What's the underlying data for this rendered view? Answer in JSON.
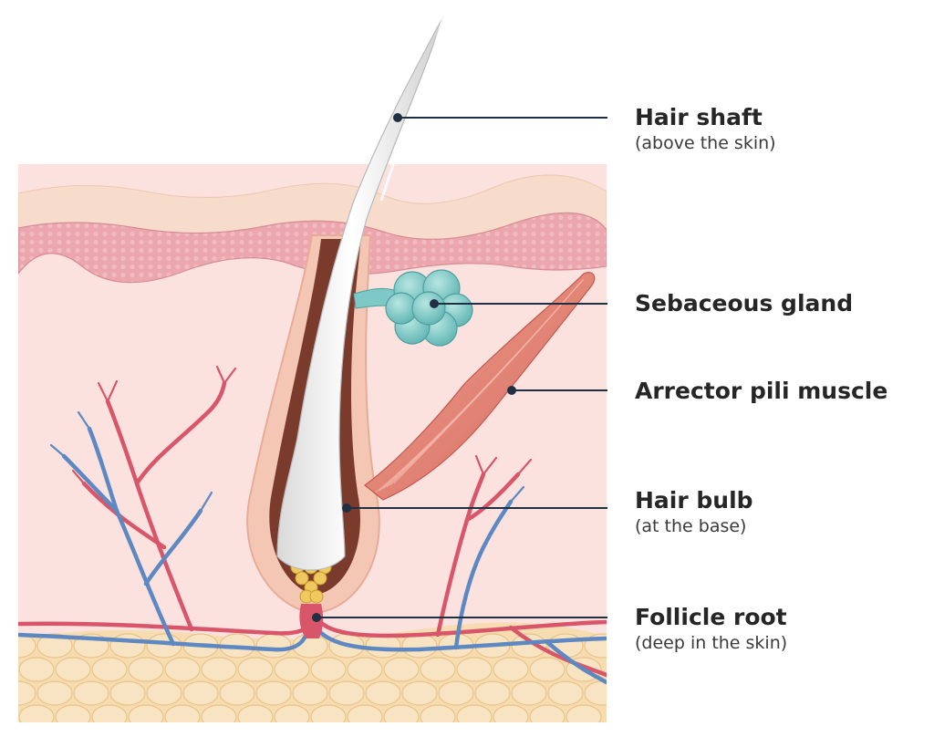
{
  "colors": {
    "leader": "#1f2f44",
    "epidermis": "#f8dccb",
    "dermis_band": "#eba6ae",
    "dermis": "#fbe2df",
    "fat": "#f6dcb0",
    "fat_outline": "#e8c38a",
    "follicle": "#7a3a2c",
    "gland": "#7ec9c7",
    "muscle": "#e3837a",
    "artery": "#d9566a",
    "vein": "#5d88c2",
    "papilla": "#f0c860"
  },
  "labels": [
    {
      "id": "hair-shaft",
      "title": "Hair shaft",
      "subtitle": "(above the skin)"
    },
    {
      "id": "sebaceous-gland",
      "title": "Sebaceous gland",
      "subtitle": ""
    },
    {
      "id": "arrector-pili-muscle",
      "title": "Arrector pili muscle",
      "subtitle": ""
    },
    {
      "id": "hair-bulb",
      "title": "Hair bulb",
      "subtitle": "(at the base)"
    },
    {
      "id": "follicle-root",
      "title": "Follicle root",
      "subtitle": "(deep in the skin)"
    }
  ]
}
